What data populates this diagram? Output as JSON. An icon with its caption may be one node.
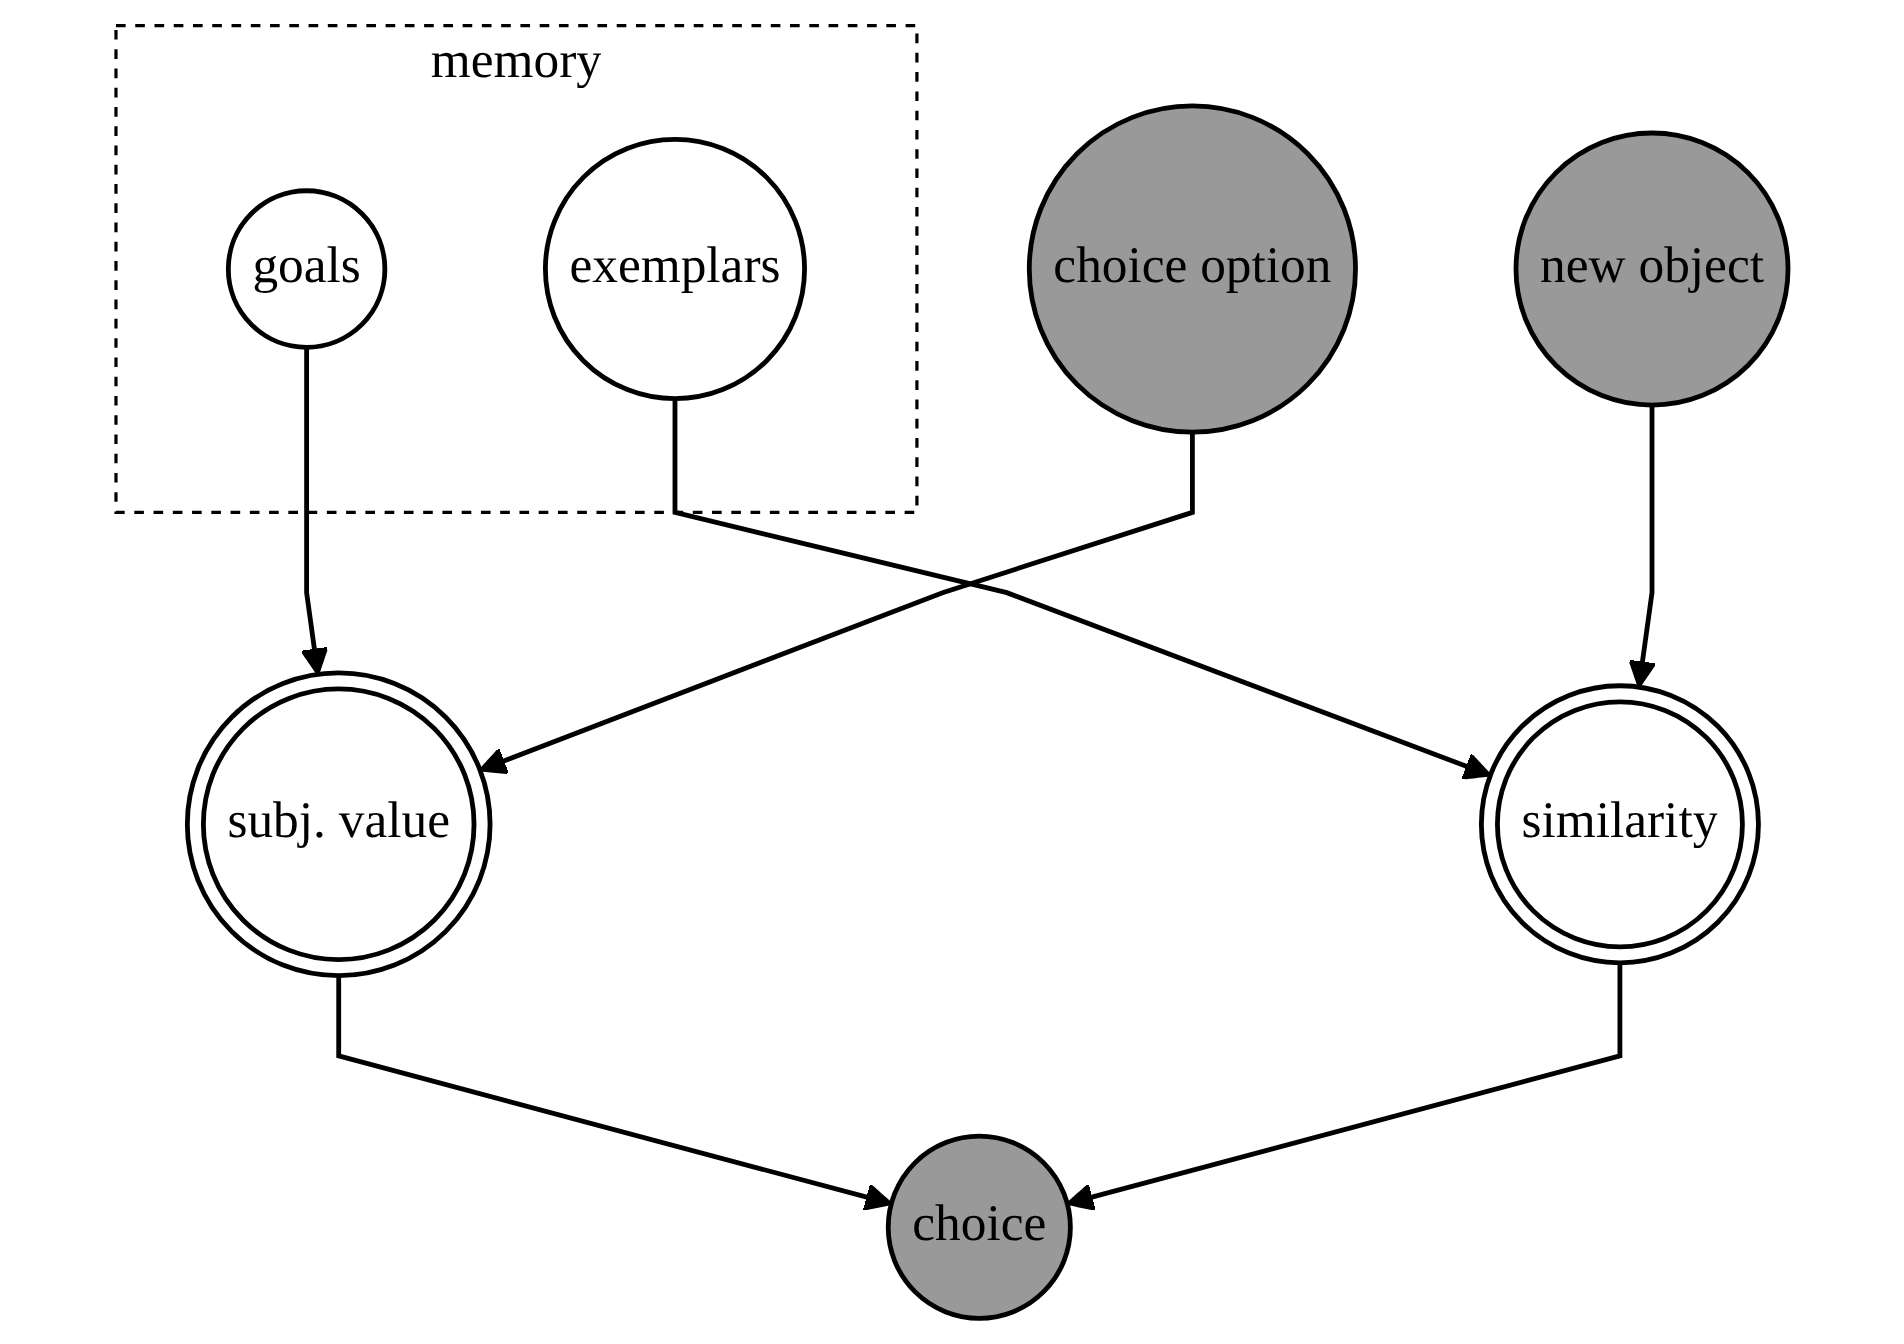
{
  "diagram": {
    "nodes": [
      {
        "text": [
          "memory"
        ]
      },
      {
        "text": [
          "goals"
        ],
        "in": 0
      },
      {
        "text": [
          "exemplars"
        ],
        "in": 0
      },
      {
        "text": [
          "subj. value"
        ]
      },
      {
        "text": [
          "choice option"
        ]
      },
      {
        "text": [
          "new object"
        ]
      },
      {
        "text": [
          "similarity"
        ]
      },
      {
        "text": [
          "choice"
        ]
      }
    ],
    "edges": [
      {
        "from": 1,
        "to": 3,
        "arrow": "to"
      },
      {
        "from": 2,
        "to": 6,
        "arrow": "to"
      },
      {
        "from": 4,
        "to": 3,
        "arrow": "to"
      },
      {
        "from": 5,
        "to": 6,
        "arrow": "to"
      },
      {
        "from": 3,
        "to": 7,
        "arrow": "to"
      },
      {
        "from": 6,
        "to": 7,
        "arrow": "to"
      }
    ]
  }
}
